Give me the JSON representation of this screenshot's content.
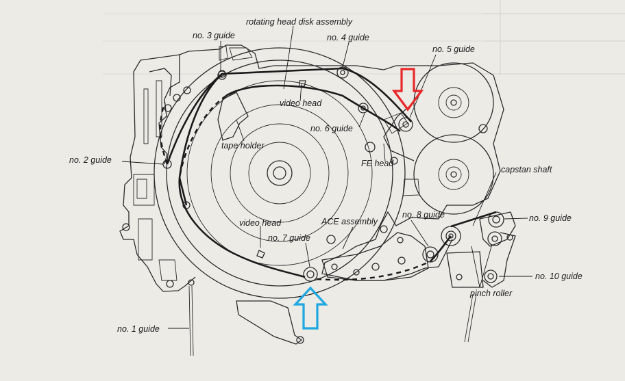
{
  "labels": {
    "rotating_head_disk": "rotating head disk assembly",
    "no3": "no. 3 guide",
    "no4": "no. 4 guide",
    "no5": "no. 5 guide",
    "video_head_top": "video head",
    "no6": "no. 6 guide",
    "tape_holder": "tape holder",
    "fe_head": "FE head",
    "no2": "no. 2 guide",
    "capstan": "capstan shaft",
    "video_head_bottom": "video head",
    "ace": "ACE assembly",
    "no8": "no. 8 guide",
    "no9": "no. 9 guide",
    "no7": "no. 7 guide",
    "no10": "no. 10 guide",
    "pinch": "pinch roller",
    "no1": "no. 1 guide"
  },
  "markers": {
    "red_arrow_color": "#e8282a",
    "blue_arrow_color": "#1ea7e0",
    "red_arrow_direction": "down",
    "blue_arrow_direction": "up"
  }
}
